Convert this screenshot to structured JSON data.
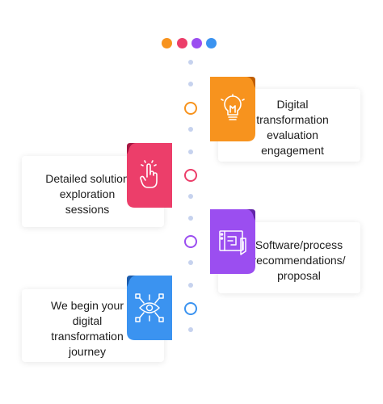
{
  "header_dots": {
    "colors": [
      "#f7931e",
      "#ec3e6a",
      "#9b4ef0",
      "#3b93f0"
    ]
  },
  "axis": {
    "dot_color": "#c6d2ee"
  },
  "steps": [
    {
      "id": "digital-transformation-evaluation-engagement",
      "text": "Digital\ntransformation\nevaluation\nengagement",
      "color": "#f7931e",
      "fold": "#c05e00",
      "icon": "lightbulb-icon"
    },
    {
      "id": "detailed-solution-exploration-sessions",
      "text": "Detailed solution\nexploration\nsessions",
      "color": "#ec3e6a",
      "fold": "#a81742",
      "icon": "pointing-hand-icon"
    },
    {
      "id": "software-process-recommendations-proposal",
      "text": "Software/process\nrecommendations/\nproposal",
      "color": "#9b4ef0",
      "fold": "#6225a8",
      "icon": "blueprint-icon"
    },
    {
      "id": "begin-digital-transformation-journey",
      "text": "We begin your\ndigital\ntransformation\njourney",
      "color": "#3b93f0",
      "fold": "#1c5cac",
      "icon": "network-eye-icon"
    }
  ]
}
